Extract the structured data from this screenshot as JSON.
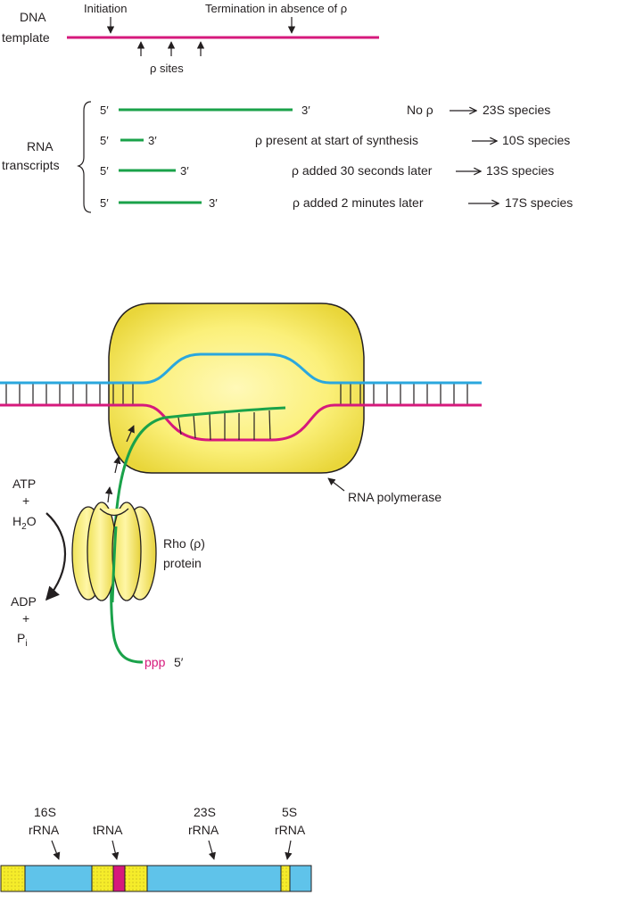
{
  "panel_a": {
    "dna_label_line1": "DNA",
    "dna_label_line2": "template",
    "initiation_label": "Initiation",
    "termination_label": "Termination in absence of ρ",
    "rho_sites_label": "ρ sites",
    "rna_label_line1": "RNA",
    "rna_label_line2": "transcripts",
    "five_prime": "5′",
    "three_prime": "3′",
    "rows": [
      {
        "condition": "No ρ",
        "species": "23S species"
      },
      {
        "condition": "ρ present at start of synthesis",
        "species": "10S species"
      },
      {
        "condition": "ρ added 30 seconds later",
        "species": "13S species"
      },
      {
        "condition": "ρ added 2 minutes later",
        "species": "17S species"
      }
    ]
  },
  "panel_b": {
    "atp": "ATP",
    "plus1": "+",
    "h2o_main": "H",
    "h2o_sub": "2",
    "h2o_end": "O",
    "adp": "ADP",
    "plus2": "+",
    "pi_main": "P",
    "pi_sub": "i",
    "rho_label_line1": "Rho (ρ)",
    "rho_label_line2": "protein",
    "polymerase_label": "RNA polymerase",
    "ppp": "ppp",
    "ppp_five_prime": "5′"
  },
  "panel_c": {
    "labels": [
      {
        "line1": "16S",
        "line2": "rRNA"
      },
      {
        "line1": "tRNA",
        "line2": ""
      },
      {
        "line1": "23S",
        "line2": "rRNA"
      },
      {
        "line1": "5S",
        "line2": "rRNA"
      }
    ]
  },
  "colors": {
    "dna_magenta": "#d6197c",
    "rna_green": "#1aa24a",
    "dna_blue": "#2aa7de",
    "polymerase_yellow": "#fbf07a",
    "operon_blue": "#5fc3ea",
    "operon_yellow": "#f5ec2a",
    "operon_magenta": "#d6197c"
  }
}
